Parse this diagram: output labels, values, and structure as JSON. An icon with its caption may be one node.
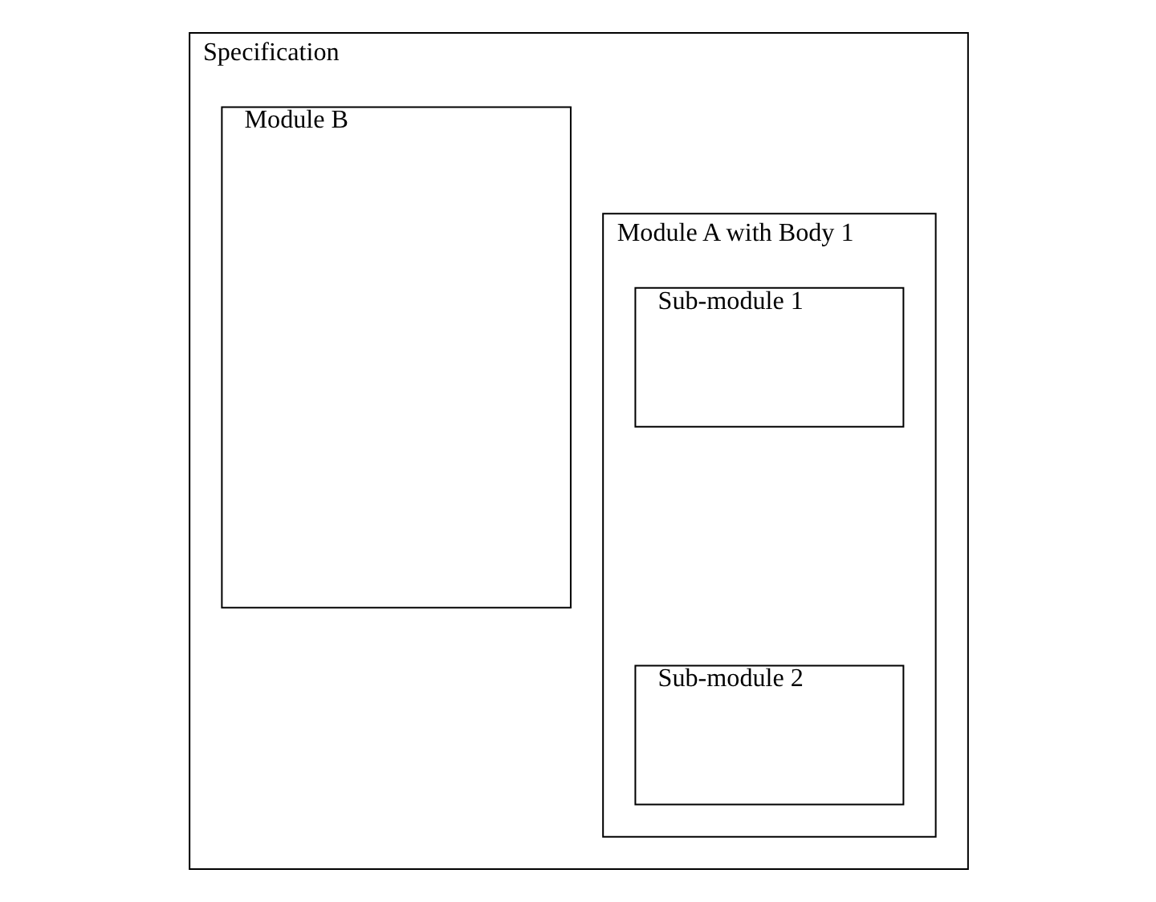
{
  "diagram": {
    "nodes": [
      {
        "text": [
          "Specification"
        ]
      },
      {
        "text": [
          "Module A with Body 1"
        ],
        "in": 0
      },
      {
        "text": [
          "Sub-module 1"
        ],
        "in": 1
      },
      {
        "text": [
          "Sub-module 2"
        ],
        "in": 1
      },
      {
        "text": [
          "Module B"
        ],
        "in": 0
      }
    ]
  }
}
